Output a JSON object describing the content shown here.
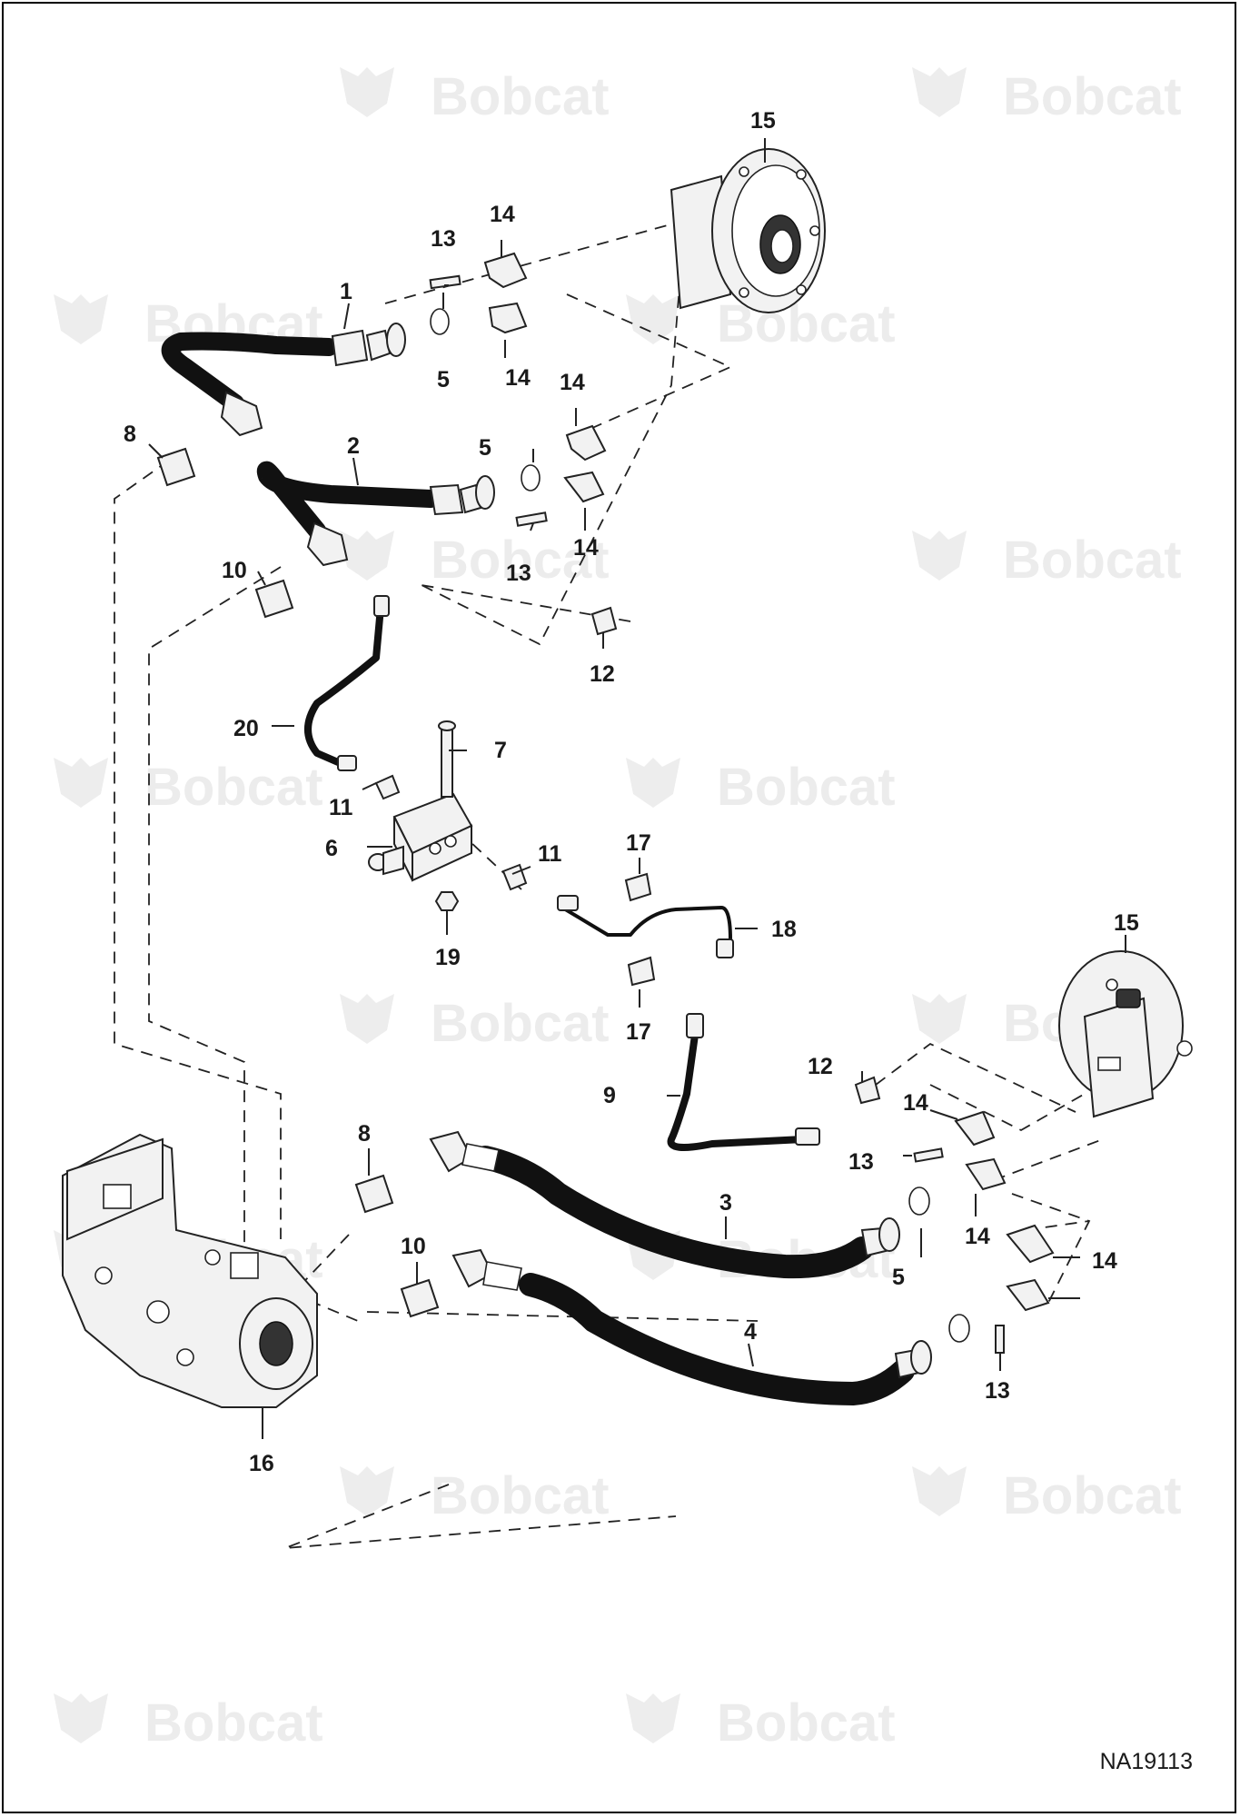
{
  "figure_id": "NA19113",
  "watermark_text": "Bobcat",
  "callouts": {
    "c1": "1",
    "c2": "2",
    "c3": "3",
    "c4": "4",
    "c5a": "5",
    "c5b": "5",
    "c5c": "5",
    "c6": "6",
    "c7": "7",
    "c8a": "8",
    "c8b": "8",
    "c9": "9",
    "c10a": "10",
    "c10b": "10",
    "c11a": "11",
    "c11b": "11",
    "c12a": "12",
    "c12b": "12",
    "c13a": "13",
    "c13b": "13",
    "c13c": "13",
    "c13d": "13",
    "c14a": "14",
    "c14b": "14",
    "c14c": "14",
    "c14d": "14",
    "c14e": "14",
    "c14f": "14",
    "c14g": "14",
    "c15a": "15",
    "c15b": "15",
    "c16": "16",
    "c17a": "17",
    "c17b": "17",
    "c18": "18",
    "c19": "19",
    "c20": "20"
  },
  "colors": {
    "line": "#222222",
    "hose": "#111111",
    "watermark": "#ececec"
  }
}
